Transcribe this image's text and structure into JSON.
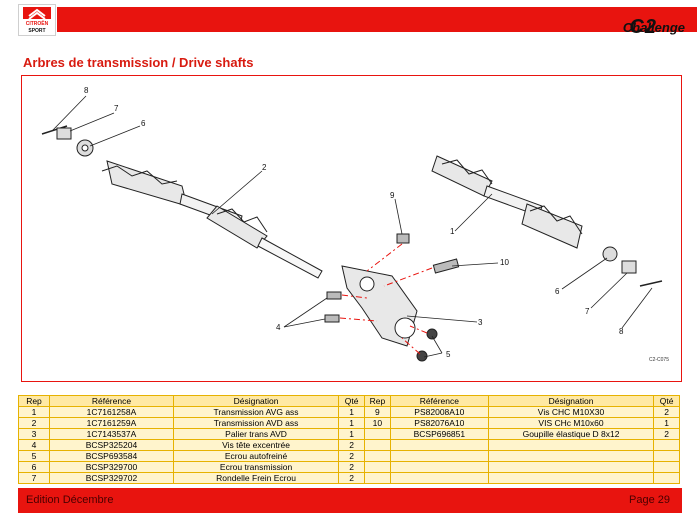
{
  "logo": {
    "text_top": "CITROËN",
    "text_bottom": "SPORT"
  },
  "header": {
    "model": "C2",
    "subtitle": "Challenge"
  },
  "section_title": "Arbres de transmission / Drive shafts",
  "diagram": {
    "ref_code": "C2-C075",
    "callouts": [
      "8",
      "7",
      "6",
      "2",
      "9",
      "1",
      "10",
      "4",
      "3",
      "5",
      "6",
      "7",
      "8"
    ]
  },
  "table": {
    "headers": [
      "Rep",
      "Référence",
      "Désignation",
      "Qté",
      "Rep",
      "Référence",
      "Désignation",
      "Qté"
    ],
    "rows": [
      [
        "1",
        "1C7161258A",
        "Transmission AVG ass",
        "1",
        "9",
        "PS82008A10",
        "Vis CHC M10X30",
        "2"
      ],
      [
        "2",
        "1C7161259A",
        "Transmission AVD ass",
        "1",
        "10",
        "PS82076A10",
        "VIS CHc M10x60",
        "1"
      ],
      [
        "3",
        "1C7143537A",
        "Palier trans AVD",
        "1",
        "",
        "BCSP696851",
        "Goupille élastique D 8x12",
        "2"
      ],
      [
        "4",
        "BCSP325204",
        "Vis tête excentrée",
        "2",
        "",
        "",
        "",
        ""
      ],
      [
        "5",
        "BCSP693584",
        "Ecrou autofreiné",
        "2",
        "",
        "",
        "",
        ""
      ],
      [
        "6",
        "BCSP329700",
        "Ecrou transmission",
        "2",
        "",
        "",
        "",
        ""
      ],
      [
        "7",
        "BCSP329702",
        "Rondelle Frein Ecrou",
        "2",
        "",
        "",
        "",
        ""
      ]
    ]
  },
  "footer": {
    "edition": "Edition Décembre",
    "page": "Page 29"
  },
  "colors": {
    "brand_red": "#e8140f",
    "table_fill": "#fff4cc",
    "table_border": "#e6b200"
  }
}
